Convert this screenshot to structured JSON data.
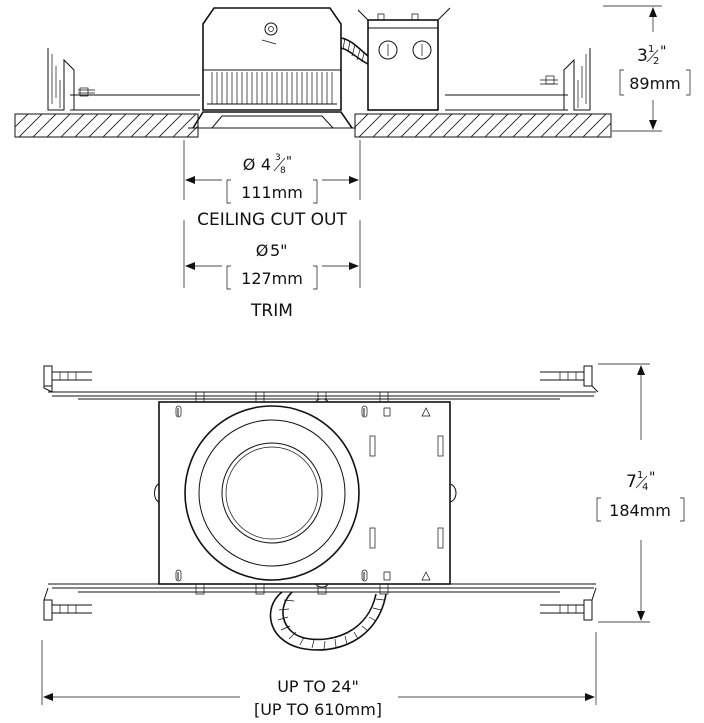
{
  "dimensions": {
    "height_in": "3",
    "height_frac_num": "1",
    "height_frac_den": "2",
    "height_in_mark": "\"",
    "height_mm": "89mm",
    "cutout_diameter_symbol": "Ø",
    "cutout_in": "4",
    "cutout_frac_num": "3",
    "cutout_frac_den": "8",
    "cutout_in_mark": "\"",
    "cutout_mm": "111mm",
    "cutout_label": "CEILING CUT OUT",
    "trim_diameter_symbol": "Ø",
    "trim_in": "5\"",
    "trim_mm": "127mm",
    "trim_label": "TRIM",
    "depth_in": "7",
    "depth_frac_num": "1",
    "depth_frac_den": "4",
    "depth_in_mark": "\"",
    "depth_mm": "184mm",
    "span_in": "UP TO 24\"",
    "span_mm": "[UP TO 610mm]"
  },
  "colors": {
    "ink": "#111111",
    "background": "#ffffff"
  }
}
